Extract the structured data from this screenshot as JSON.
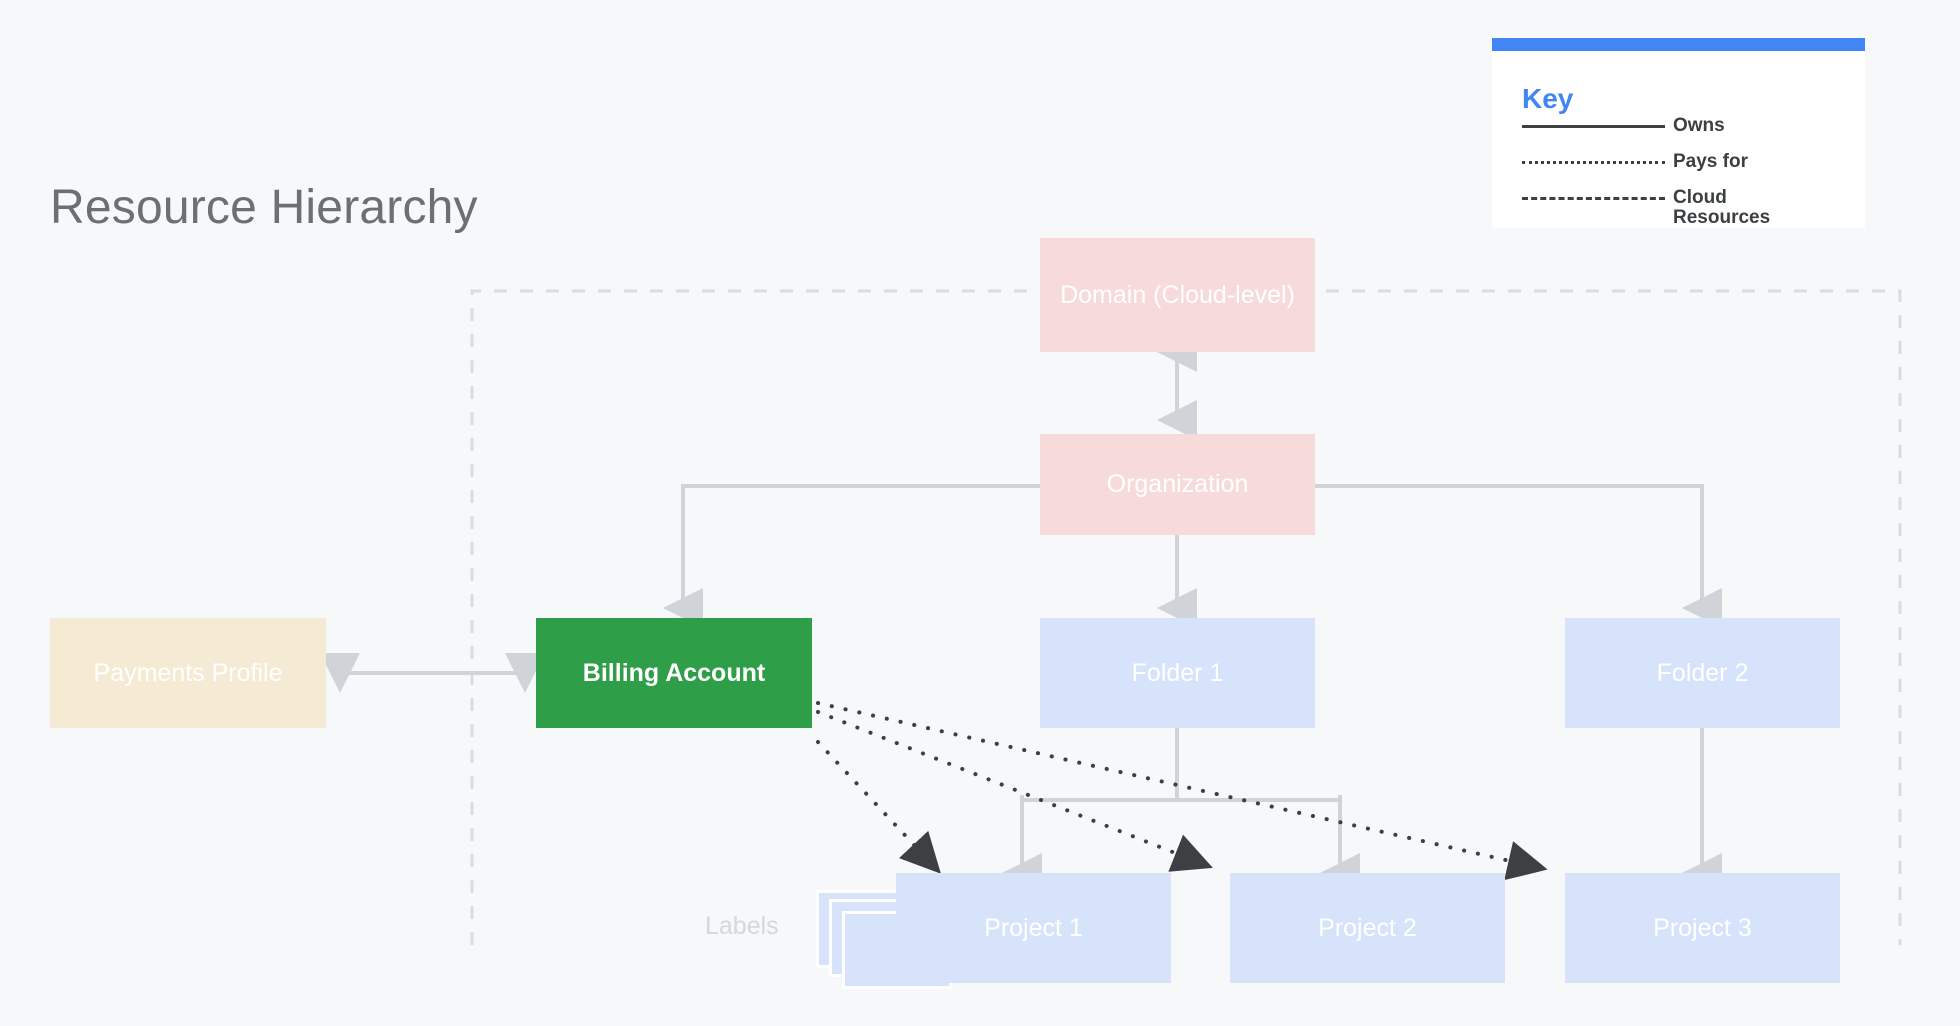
{
  "page": {
    "title": "Resource Hierarchy",
    "background_color": "#f7f8fa"
  },
  "key": {
    "title": "Key",
    "accent_color": "#4285f4",
    "rows": [
      {
        "style": "solid",
        "label": "Owns"
      },
      {
        "style": "dotted",
        "label": "Pays for"
      },
      {
        "style": "dashed",
        "label": "Cloud Resources"
      }
    ]
  },
  "nodes": {
    "domain": {
      "label": "Domain (Cloud-level)",
      "color": "#f7dada"
    },
    "organization": {
      "label": "Organization",
      "color": "#f7dada"
    },
    "payments_profile": {
      "label": "Payments Profile",
      "color": "#f5ead4"
    },
    "billing_account": {
      "label": "Billing Account",
      "color": "#2e9e48"
    },
    "folder_1": {
      "label": "Folder 1",
      "color": "#d7e3fa"
    },
    "folder_2": {
      "label": "Folder 2",
      "color": "#d7e3fa"
    },
    "project_1": {
      "label": "Project 1",
      "color": "#d7e3fa"
    },
    "project_2": {
      "label": "Project 2",
      "color": "#d7e3fa"
    },
    "project_3": {
      "label": "Project 3",
      "color": "#d7e3fa"
    },
    "labels": {
      "label": "Labels",
      "color": "#d7e3fa"
    }
  },
  "edges": {
    "owns_color": "#d0d3d7",
    "pays_for_color": "#3c4043",
    "cloud_boundary_color": "#dadce0"
  }
}
